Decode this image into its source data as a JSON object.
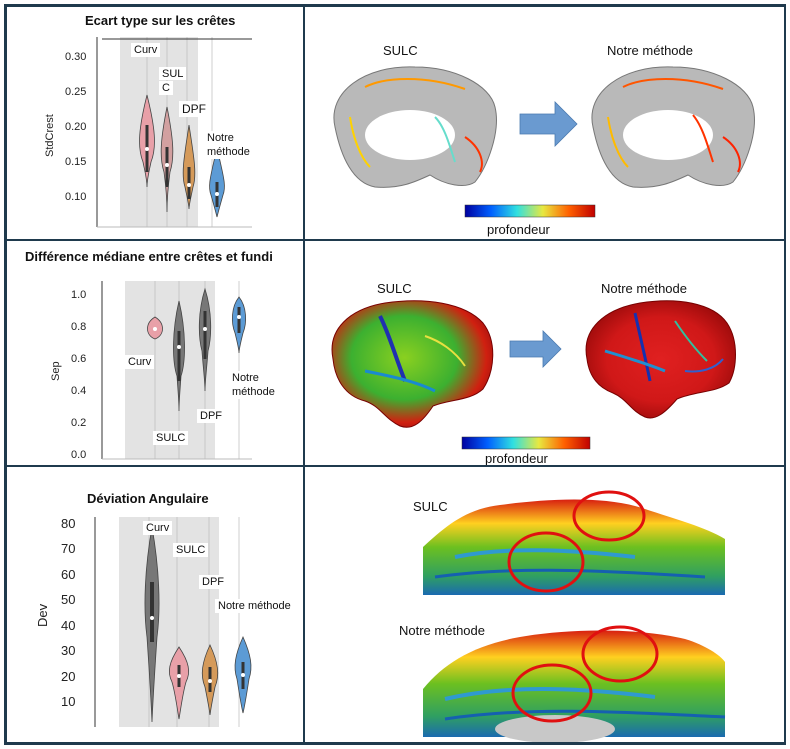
{
  "row1": {
    "title": "Ecart type sur les crêtes",
    "ylabel": "StdCrest",
    "yticks": [
      "0.30",
      "0.25",
      "0.20",
      "0.15",
      "0.10"
    ],
    "methods": [
      "Curv",
      "SUL\nC",
      "DPF",
      "Notre\nméthode"
    ],
    "method_labels": [
      "Curv",
      "SUL",
      "C",
      "DPF",
      "Notre",
      "méthode"
    ],
    "brain_left": "SULC",
    "brain_right": "Notre méthode",
    "colorbar_label": "profondeur"
  },
  "row2": {
    "title": "Différence médiane entre crêtes et fundi",
    "ylabel": "Sep",
    "yticks": [
      "1.0",
      "0.8",
      "0.6",
      "0.4",
      "0.2",
      "0.0"
    ],
    "method_labels": [
      "Curv",
      "SULC",
      "DPF",
      "Notre",
      "méthode"
    ],
    "brain_left": "SULC",
    "brain_right": "Notre méthode",
    "colorbar_label": "profondeur"
  },
  "row3": {
    "title": "Déviation Angulaire",
    "ylabel": "Dev",
    "yticks": [
      "80",
      "70",
      "60",
      "50",
      "40",
      "30",
      "20",
      "10"
    ],
    "method_labels": [
      "Curv",
      "SULC",
      "DPF",
      "Notre méthode"
    ],
    "brain_top": "SULC",
    "brain_bottom": "Notre méthode"
  },
  "colors": {
    "curv": "#e8a0a8",
    "sulc": "#d2a0a0",
    "dpf": "#d59a5a",
    "notre": "#5c9bd5",
    "arrow": "#6a9ad0",
    "border": "#1f3a4d",
    "circle": "#e01010"
  }
}
